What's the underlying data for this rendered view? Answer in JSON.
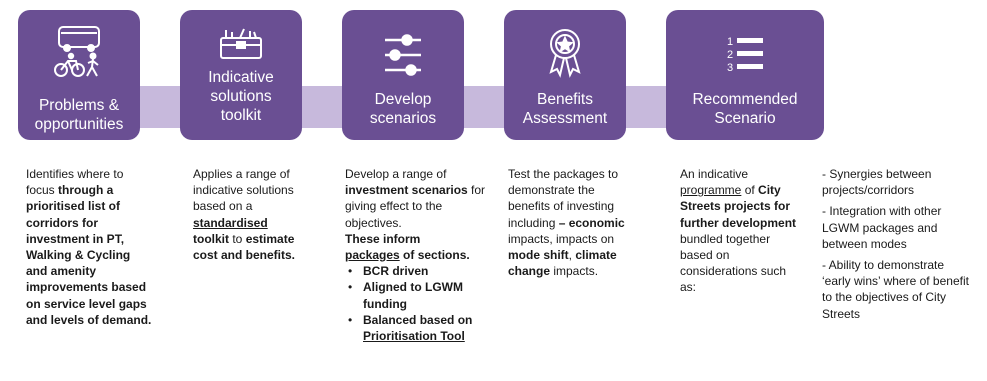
{
  "colors": {
    "box": "#6a4f93",
    "band": "#c7b9dc",
    "text": "#1a1a1a",
    "box_text": "#ffffff"
  },
  "steps": [
    {
      "icon": "bus-bike-walk-icon",
      "label": "Problems &\nopportunities"
    },
    {
      "icon": "toolbox-icon",
      "label": "Indicative\nsolutions\ntoolkit"
    },
    {
      "icon": "sliders-icon",
      "label": "Develop\nscenarios"
    },
    {
      "icon": "award-ribbon-icon",
      "label": "Benefits\nAssessment"
    },
    {
      "icon": "numbered-list-icon",
      "label": "Recommended\nScenario"
    }
  ],
  "descriptions": {
    "d1": {
      "t1": "Identifies where to focus ",
      "t2": "through a prioritised list of corridors for investment in PT, Walking & Cycling and amenity improvements based on service level gaps and levels of demand."
    },
    "d2": {
      "t1": "Applies a range of indicative solutions based on a ",
      "t2": "standardised",
      "t3": "toolkit",
      "t4": " to ",
      "t5": "estimate cost and benefits."
    },
    "d3": {
      "t1": "Develop a range of ",
      "t2": "investment scenarios",
      "t3": " for giving effect to the objectives.",
      "t4": "These inform",
      "t5": "packages",
      "t6": " of sections.",
      "bullets": [
        "BCR driven",
        "Aligned to LGWM funding",
        "Balanced based on "
      ],
      "b3_link": "Prioritisation Tool"
    },
    "d4": {
      "t1": "Test the packages to demonstrate the benefits of investing including ",
      "t2": "– economic",
      "t3": " impacts, impacts on ",
      "t4": "mode shift",
      "t5": ", ",
      "t6": "climate change",
      "t7": " impacts."
    },
    "d5": {
      "t1": "An indicative ",
      "t2": "programme",
      "t3": " of ",
      "t4": "City Streets projects for further development",
      "t5": " bundled together based on considerations such as:"
    },
    "side": [
      "- Synergies between projects/corridors",
      "- Integration with other LGWM packages and between modes",
      "- Ability to demonstrate ‘early wins’ where of benefit to the objectives of City Streets"
    ]
  }
}
